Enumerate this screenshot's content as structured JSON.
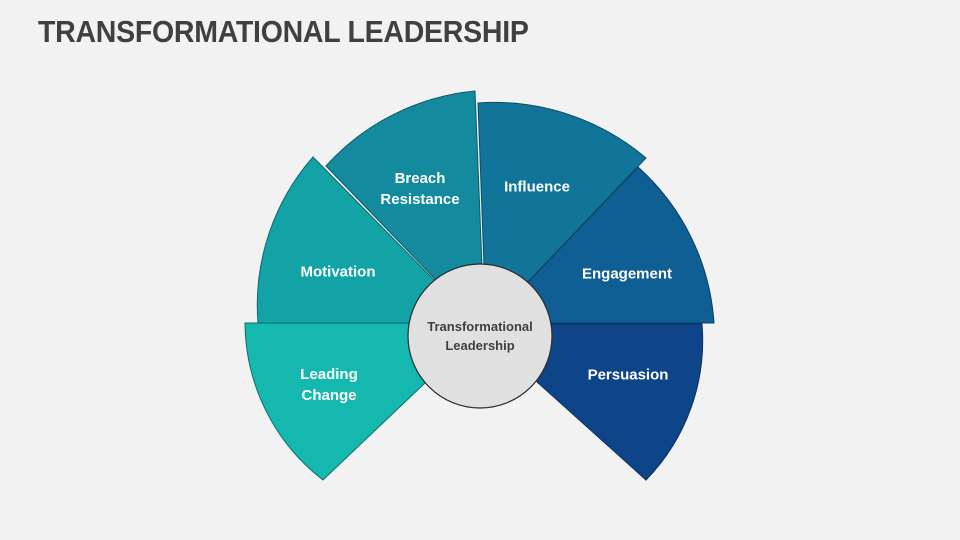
{
  "title": "TRANSFORMATIONAL LEADERSHIP",
  "center": {
    "line1": "Transformational",
    "line2": "Leadership",
    "fill": "#E0E0E0"
  },
  "segments": [
    {
      "id": "leading-change",
      "line1": "Leading",
      "line2": "Change",
      "color": "#14B8AF"
    },
    {
      "id": "motivation",
      "line1": "Motivation",
      "line2": "",
      "color": "#13A3A6"
    },
    {
      "id": "breach-resistance",
      "line1": "Breach",
      "line2": "Resistance",
      "color": "#138A9E"
    },
    {
      "id": "influence",
      "line1": "Influence",
      "line2": "",
      "color": "#107599"
    },
    {
      "id": "engagement",
      "line1": "Engagement",
      "line2": "",
      "color": "#0F5F94"
    },
    {
      "id": "persuasion",
      "line1": "Persuasion",
      "line2": "",
      "color": "#0E4589"
    }
  ],
  "colors": {
    "background": "#F2F2F2",
    "title": "#404040",
    "outline": "#1F4E5A"
  }
}
